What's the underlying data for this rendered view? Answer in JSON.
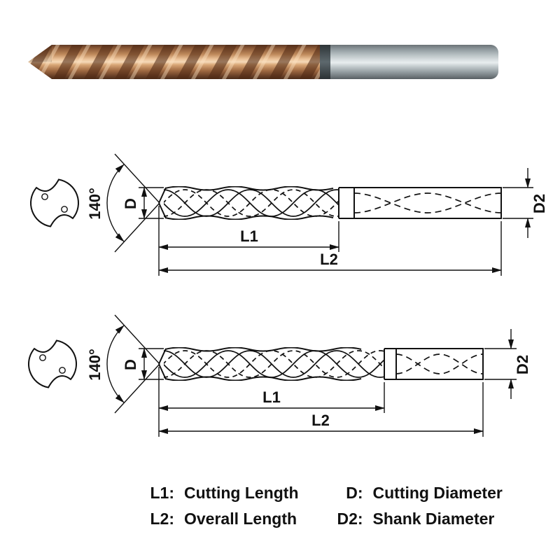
{
  "diagram": {
    "angle": "140°",
    "d": "D",
    "d2": "D2",
    "l1": "L1",
    "l2": "L2"
  },
  "legend": {
    "left": [
      {
        "key": "L1:",
        "value": "Cutting Length"
      },
      {
        "key": "L2:",
        "value": "Overall Length"
      }
    ],
    "right": [
      {
        "key": "D:",
        "value": "Cutting Diameter"
      },
      {
        "key": "D2:",
        "value": "Shank Diameter"
      }
    ]
  },
  "colors": {
    "flute_copper": "#b9835a",
    "shank_steel": "#b9c2c5",
    "line": "#111111"
  }
}
